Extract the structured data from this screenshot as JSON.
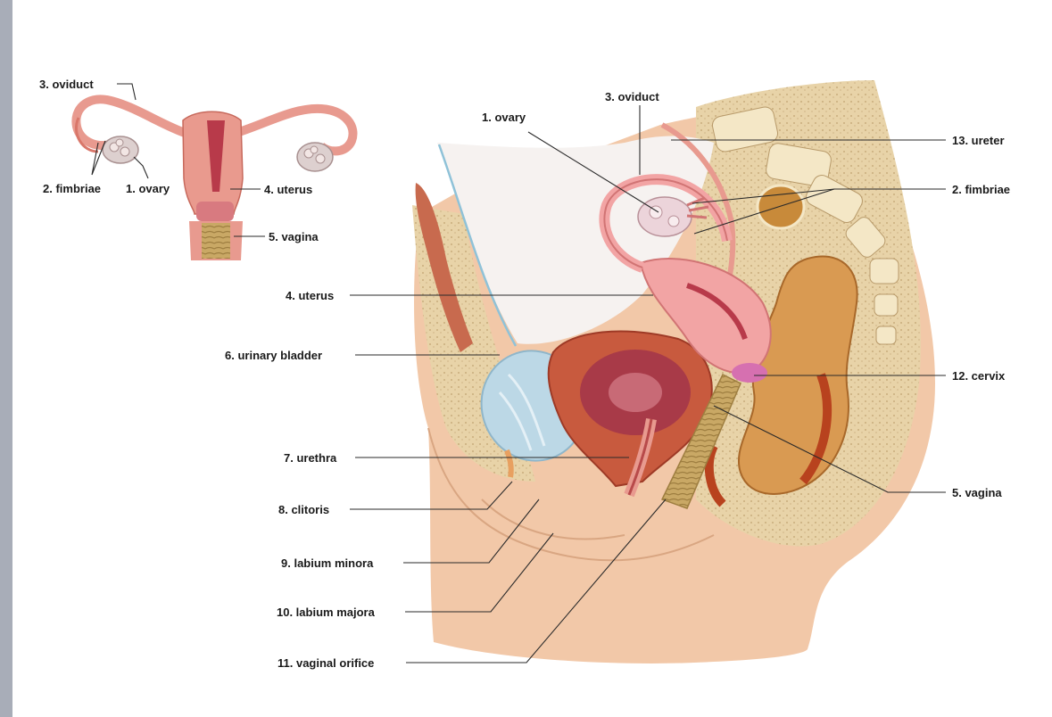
{
  "inset_labels": {
    "oviduct": "3. oviduct",
    "fimbriae": "2. fimbriae",
    "ovary": "1. ovary",
    "uterus": "4. uterus",
    "vagina": "5. vagina"
  },
  "main_labels": {
    "ovary": "1. ovary",
    "oviduct": "3. oviduct",
    "ureter": "13. ureter",
    "fimbriae": "2. fimbriae",
    "uterus": "4. uterus",
    "urinary_bladder": "6. urinary bladder",
    "cervix": "12. cervix",
    "urethra": "7. urethra",
    "vagina": "5. vagina",
    "clitoris": "8. clitoris",
    "labium_minora": "9. labium minora",
    "labium_majora": "10. labium majora",
    "vaginal_orifice": "11. vaginal orifice"
  }
}
